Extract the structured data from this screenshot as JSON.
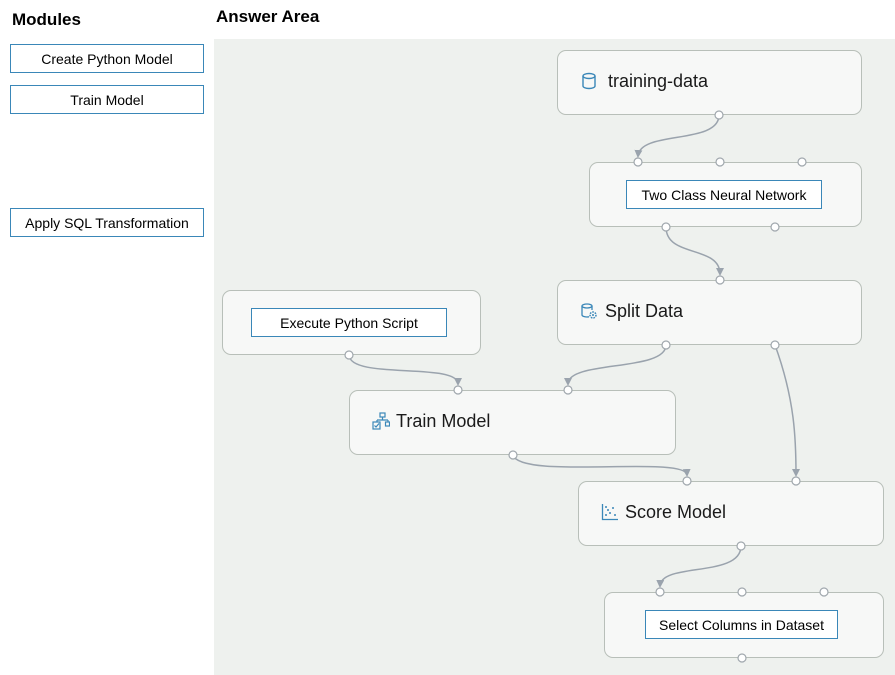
{
  "headings": {
    "modules": "Modules",
    "answer_area": "Answer Area"
  },
  "modules": [
    {
      "label": "Create Python Model"
    },
    {
      "label": "Train Model"
    },
    {
      "label": "Apply SQL Transformation"
    }
  ],
  "nodes": {
    "training_data": {
      "title": "training-data",
      "icon": "database-icon"
    },
    "two_class_nn": {
      "slot": "Two Class Neural Network"
    },
    "split_data": {
      "title": "Split Data",
      "icon": "database-gear-icon"
    },
    "execute_python": {
      "slot": "Execute Python Script"
    },
    "train_model": {
      "title": "Train Model",
      "icon": "hierarchy-check-icon"
    },
    "score_model": {
      "title": "Score Model",
      "icon": "scatter-plot-icon"
    },
    "select_columns": {
      "slot": "Select Columns in Dataset"
    }
  },
  "colors": {
    "accent": "#3a87b8",
    "canvas": "#eef1ee",
    "wire": "#9aa3ad"
  }
}
